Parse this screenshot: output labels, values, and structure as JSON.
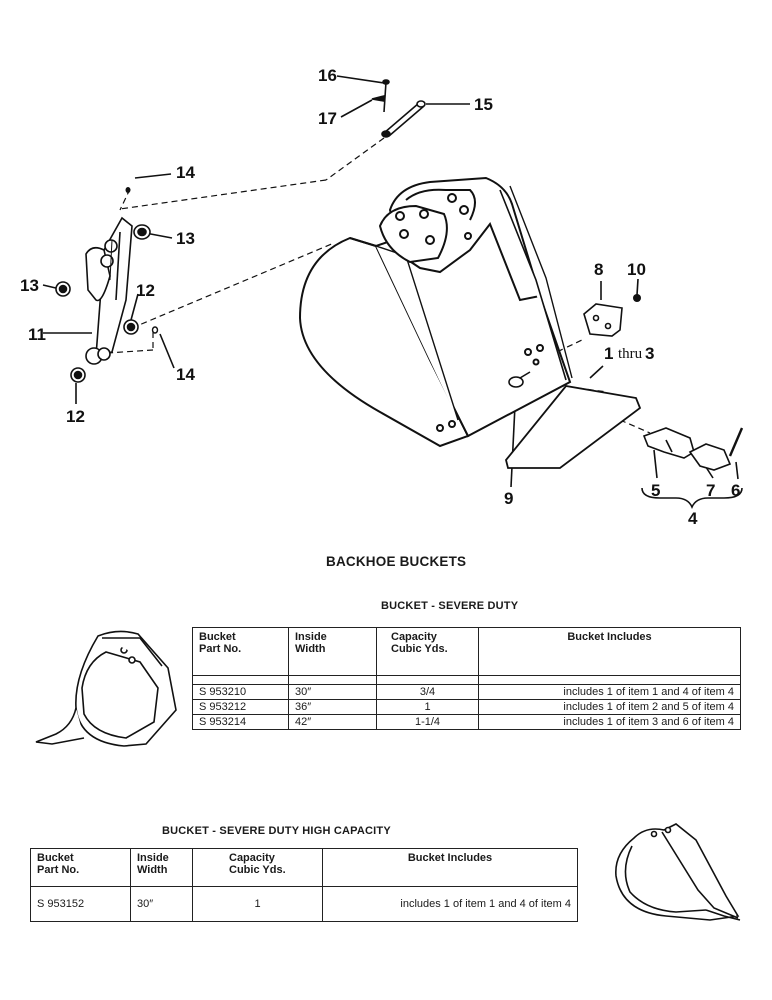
{
  "callouts": {
    "n16": "16",
    "n17": "17",
    "n15": "15",
    "n14a": "14",
    "n13a": "13",
    "n13b": "13",
    "n12a": "12",
    "n11": "11",
    "n14b": "14",
    "n12b": "12",
    "n8": "8",
    "n10": "10",
    "n1": "1",
    "thru": "thru",
    "n3": "3",
    "n9": "9",
    "n5": "5",
    "n7": "7",
    "n6": "6",
    "n4": "4"
  },
  "title": "BACKHOE BUCKETS",
  "table1": {
    "title": "BUCKET - SEVERE DUTY",
    "headers": {
      "part_l1": "Bucket",
      "part_l2": "Part No.",
      "width_l1": "Inside",
      "width_l2": "Width",
      "cap_l1": "Capacity",
      "cap_l2": "Cubic Yds.",
      "includes": "Bucket Includes"
    },
    "rows": [
      {
        "part": "S 953210",
        "width": "30″",
        "capacity": "3/4",
        "includes": "includes 1 of item 1 and 4 of item 4"
      },
      {
        "part": "S 953212",
        "width": "36″",
        "capacity": "1",
        "includes": "includes 1 of item 2 and 5 of item 4"
      },
      {
        "part": "S 953214",
        "width": "42″",
        "capacity": "1-1/4",
        "includes": "includes 1 of item 3 and 6 of item 4"
      }
    ]
  },
  "table2": {
    "title": "BUCKET - SEVERE DUTY HIGH CAPACITY",
    "headers": {
      "part_l1": "Bucket",
      "part_l2": "Part No.",
      "width_l1": "Inside",
      "width_l2": "Width",
      "cap_l1": "Capacity",
      "cap_l2": "Cubic Yds.",
      "includes": "Bucket Includes"
    },
    "rows": [
      {
        "part": "S 953152",
        "width": "30″",
        "capacity": "1",
        "includes": "includes 1 of item 1 and 4 of item 4"
      }
    ]
  }
}
